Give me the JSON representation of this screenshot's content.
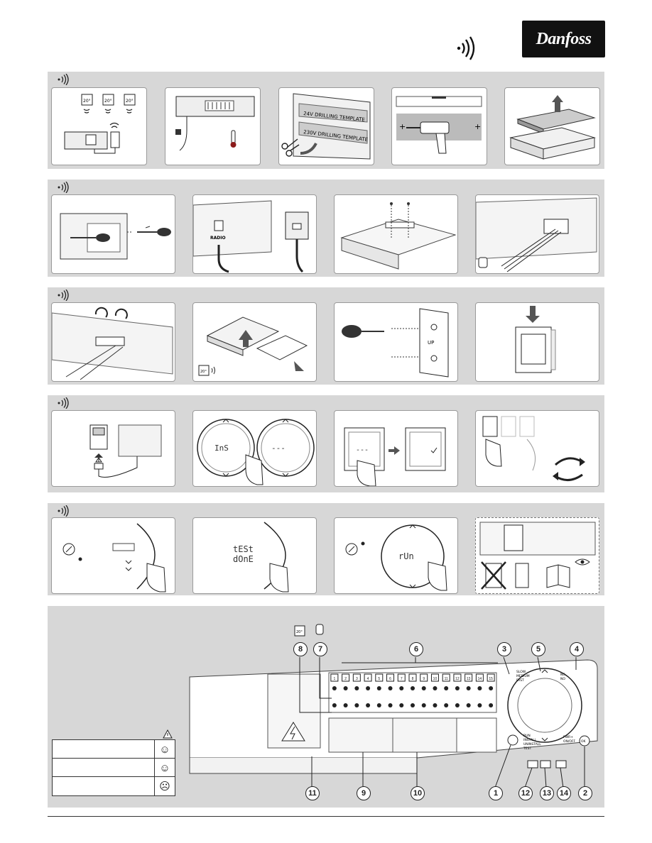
{
  "brand": {
    "name": "Danfoss"
  },
  "section1": {
    "thermostat_display": "20°",
    "template_24v": "24V DRILLING TEMPLATE",
    "template_230v": "230V DRILLING TEMPLATE"
  },
  "section2": {
    "radio_label": "RADIO"
  },
  "section3": {
    "thermostat_display": "20°",
    "up_label": "UP"
  },
  "section4": {
    "lcd_install": "InS",
    "lcd_dashes": "---"
  },
  "section5": {
    "lcd_test": "tESt",
    "lcd_done": "dOnE",
    "lcd_run": "rUn"
  },
  "controller": {
    "thermostat_display": "20°",
    "callouts": [
      "1",
      "2",
      "3",
      "4",
      "5",
      "6",
      "7",
      "8",
      "9",
      "10",
      "11",
      "12",
      "13",
      "14"
    ],
    "speed_labels": [
      "SLOW",
      "MEDIUM",
      "FAST"
    ],
    "mode_labels": [
      "RUN",
      "INSTALL",
      "UNINSTALL",
      "TEST"
    ],
    "nc_no": [
      "NC",
      "NO"
    ],
    "pwr_label": "PWR+",
    "onoff_label": "ON/OFF",
    "ok_label": "OK",
    "channels": [
      "1",
      "2",
      "3",
      "4",
      "5",
      "6",
      "7",
      "8",
      "9",
      "10",
      "11",
      "12",
      "13",
      "14",
      "15"
    ]
  },
  "status_icons": [
    "happy",
    "happy",
    "sad"
  ],
  "icons": [
    "wifi-icon",
    "scissors-icon",
    "drill-icon",
    "screwdriver-icon",
    "hand-icon",
    "warning-icon",
    "cycle-icon",
    "book-icon",
    "eye-icon",
    "plug-icon",
    "thermometer-icon",
    "actuator-icon"
  ]
}
